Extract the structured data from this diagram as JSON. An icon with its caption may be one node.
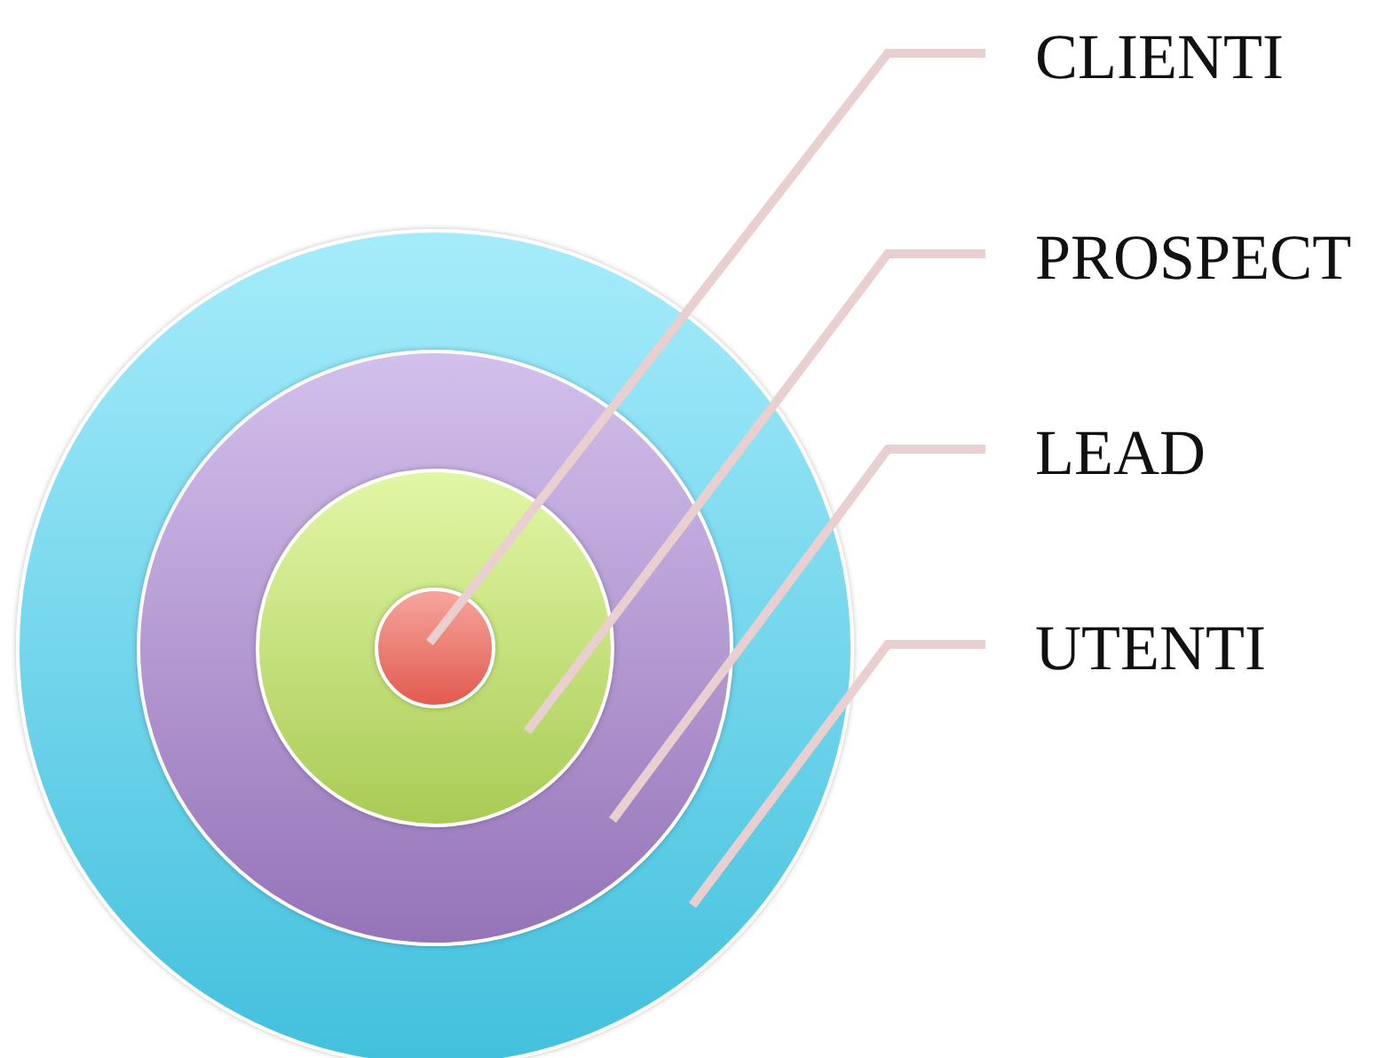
{
  "diagram": {
    "nodes": [
      {
        "text": [],
        "shape": "circle"
      },
      {
        "text": [],
        "shape": "circle",
        "in": 0
      },
      {
        "text": [],
        "shape": "circle",
        "in": 1
      },
      {
        "text": [],
        "shape": "circle",
        "in": 2
      },
      {
        "text": [
          "CLIENTI"
        ]
      },
      {
        "text": [
          "PROSPECT"
        ]
      },
      {
        "text": [
          "LEAD"
        ]
      },
      {
        "text": [
          "UTENTI"
        ]
      }
    ],
    "edges": [
      {
        "from": 4,
        "to": 3,
        "arrow": "none"
      },
      {
        "from": 5,
        "to": 2,
        "arrow": "none"
      },
      {
        "from": 6,
        "to": 1,
        "arrow": "none"
      },
      {
        "from": 7,
        "to": 0,
        "arrow": "none"
      }
    ]
  }
}
